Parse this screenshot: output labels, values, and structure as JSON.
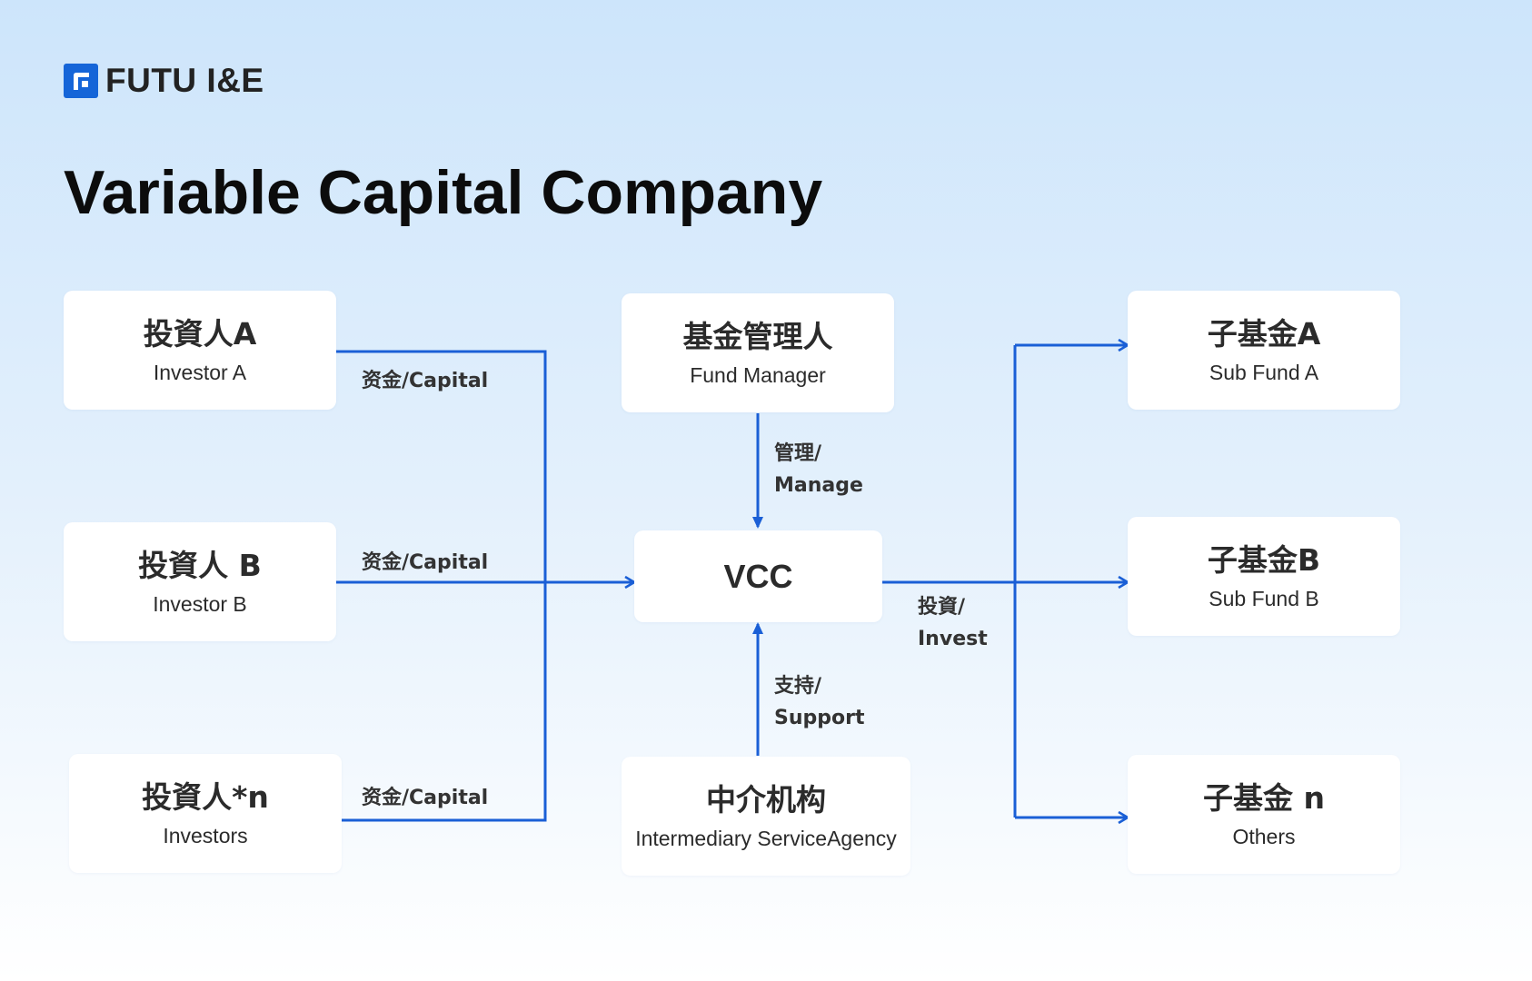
{
  "brand": {
    "name": "FUTU I&E",
    "color": "#1565d8"
  },
  "title": "Variable Capital Company",
  "colors": {
    "edge": "#1a5fd6",
    "node_bg": "#ffffff",
    "text": "#2b2b2b"
  },
  "nodes": {
    "investor_a": {
      "zh": "投資人A",
      "en": "Investor A"
    },
    "investor_b": {
      "zh": "投資人 B",
      "en": "Investor B"
    },
    "investors": {
      "zh": "投資人*n",
      "en": "Investors"
    },
    "fund_manager": {
      "zh": "基金管理人",
      "en": "Fund Manager"
    },
    "vcc": {
      "zh": "VCC"
    },
    "intermediary": {
      "zh": "中介机构",
      "en": "Intermediary ServiceAgency"
    },
    "sub_fund_a": {
      "zh": "子基金A",
      "en": "Sub Fund A"
    },
    "sub_fund_b": {
      "zh": "子基金B",
      "en": "Sub Fund B"
    },
    "others": {
      "zh": "子基金 n",
      "en": "Others"
    }
  },
  "edge_labels": {
    "capital_a": "资金/Capital",
    "capital_b": "资金/Capital",
    "capital_n": "资金/Capital",
    "manage": {
      "zh": "管理/",
      "en": "Manage"
    },
    "support": {
      "zh": "支持/",
      "en": "Support"
    },
    "invest": {
      "zh": "投資/",
      "en": "Invest"
    }
  }
}
